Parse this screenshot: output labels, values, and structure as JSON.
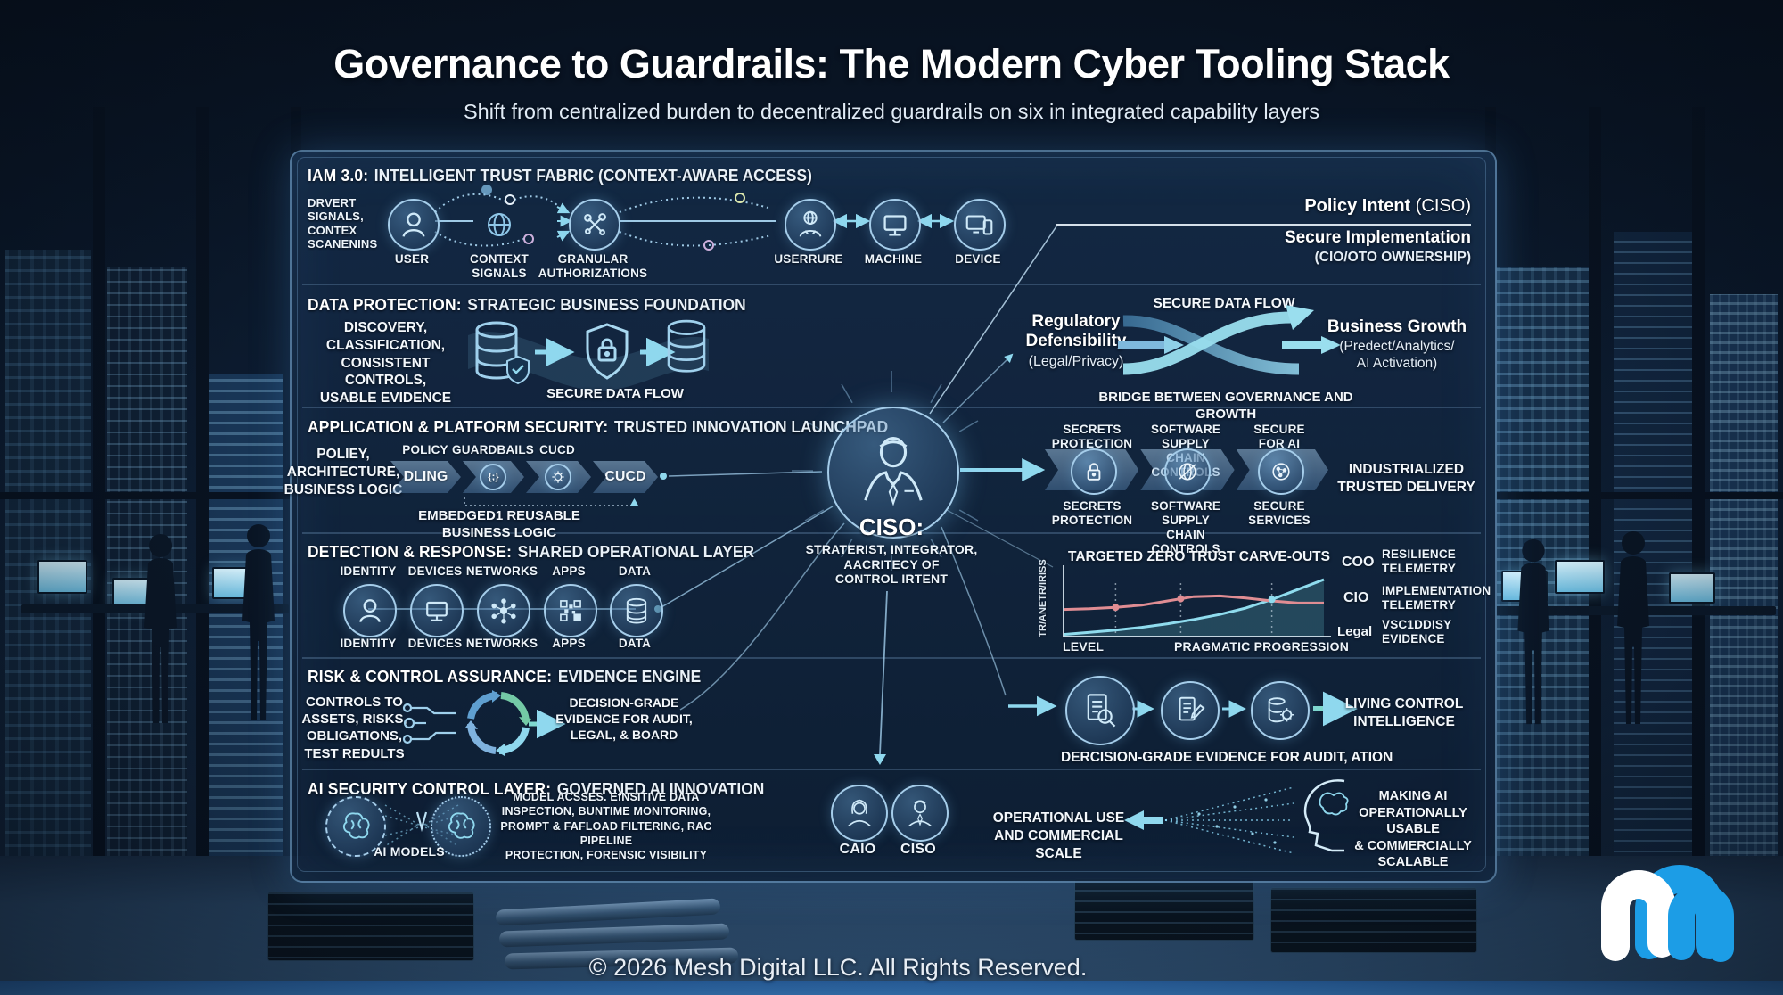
{
  "colors": {
    "accent": "#8fd8ee",
    "panel_border": "#84b6e2",
    "coo_line": "#8fdcee",
    "cio_line": "#e08d93",
    "logo_blue": "#1c9de6"
  },
  "header": {
    "title": "Governance to Guardrails: The Modern Cyber Tooling Stack",
    "subtitle": "Shift from centralized burden to decentralized guardrails on six in integrated capability layers"
  },
  "layers": {
    "iam": {
      "heading_label": "IAM 3.0:",
      "heading_title": "INTELLIGENT TRUST FABRIC (CONTEXT-AWARE ACCESS)",
      "left_note": "DRVERT\nSIGNALS,\nCONTEX\nSCANENINS",
      "nodes": [
        "USER",
        "CONTEXT\nSIGNALS",
        "GRANULAR\nAUTHORIZATIONS",
        "USERRURE",
        "MACHINE",
        "DEVICE"
      ]
    },
    "data_protection": {
      "heading_label": "DATA PROTECTION:",
      "heading_title": "STRATEGIC BUSINESS FOUNDATION",
      "left_note": "DISCOVERY,\nCLASSIFICATION,\nCONSISTENT CONTROLS,\nUSABLE EVIDENCE",
      "caption": "SECURE DATA FLOW"
    },
    "appsec": {
      "heading_label": "APPLICATION & PLATFORM SECURITY:",
      "heading_title": "TRUSTED INNOVATION LAUNCHPAD",
      "left_note": "POLIEY,\nARCHITECTURE,\nBUSINESS LOGIC",
      "top_labels": [
        "POLICY",
        "GUARDBAILS",
        "CUCD"
      ],
      "chevron_first": "DLING",
      "chevron_braces": "{;}",
      "chevron_last": "CUCD",
      "caption": "EMBEDGED1 REUSABLE BUSINESS LOGIC"
    },
    "detection": {
      "heading_label": "DETECTION & RESPONSE:",
      "heading_title": "SHARED OPERATIONAL LAYER",
      "nodes": [
        "IDENTITY",
        "DEVICES",
        "NETWORKS",
        "APPS",
        "DATA"
      ]
    },
    "risk": {
      "heading_label": "RISK & CONTROL ASSURANCE:",
      "heading_title": "EVIDENCE ENGINE",
      "left_note": "CONTROLS TO\nASSETS, RISKS,\nOBLIGATIONS,\nTEST REDULTS",
      "right_note": "DECISION-GRADE\nEVIDENCE FOR AUDIT,\nLEGAL, & BOARD"
    },
    "ai": {
      "heading_label": "AI SECURITY CONTROL LAYER:",
      "heading_title": "GOVERNED AI INNOVATION",
      "models_label": "AI MODELS",
      "right_note": "MODEL ACSSES. EfNSITIVE DATA\nINSPECTION, BUNTIME MONITORING,\nPROMPT & FAFLOAD FILTERING, RAC PIPELINE\nPROTECTION, FORENSIC VISIBILITY"
    }
  },
  "ciso": {
    "title": "CISO:",
    "role": "STRATERIST, INTEGRATOR,\nAACRITECY OF\nCONTROL IRTENT"
  },
  "right": {
    "policy_intent": {
      "bold": "Policy Intent",
      "paren": " (CISO)"
    },
    "secure_implementation": {
      "bold": "Secure Implementation",
      "paren": "(CIO/OTO OWNERSHIP)"
    },
    "bridge": {
      "top_caption": "SECURE DATA FLOW",
      "left_bold": "Regulatory\nDefensibility",
      "left_paren": "(Legal/Privacy)",
      "right_bold": "Business Growth",
      "right_paren": "(Predect/Analytics/\nAI Activation)",
      "bottom_caption": "BRIDGE BETWEEN GOVERNANCE AND GROWTH"
    },
    "delivery": {
      "top_labels": [
        "SECRETS\nPROTECTION",
        "SOFTWARE SUPPLY\nCHAIN CONTROLS",
        "SECURE\nFOR AI"
      ],
      "bottom_labels": [
        "SECRETS\nPROTECTION",
        "SOFTWARE SUPPLY\nCHAIN CONTROLS",
        "SECURE\nSERVICES"
      ],
      "result": "INDUSTRIALIZED\nTRUSTED DELIVERY"
    },
    "chart": {
      "type": "line",
      "title": "TARGETED ZERO TRUST CARVE-OUTS",
      "ylabel": "TR/ANETR/IRISS",
      "xlabel_left": "LEVEL",
      "xlabel_right": "PRAGMATIC PROGRESSION",
      "series": [
        {
          "name": "COO",
          "color": "#8fdcee",
          "values": [
            3,
            6,
            9,
            13,
            18,
            24,
            31,
            40,
            52,
            66,
            80
          ]
        },
        {
          "name": "CIO",
          "color": "#e08d93",
          "values": [
            38,
            39,
            41,
            44,
            50,
            56,
            57,
            54,
            50,
            47,
            47
          ]
        }
      ],
      "guides": [
        0.2,
        0.45,
        0.8
      ],
      "markers": [
        [
          1,
          0.2
        ],
        [
          1,
          0.45
        ],
        [
          0,
          0.8
        ]
      ],
      "legend": [
        {
          "who": "COO",
          "what": "RESILIENCE\nTELEMETRY"
        },
        {
          "who": "CIO",
          "what": "IMPLEMENTATION\nTELEMETRY"
        },
        {
          "who": "Legal",
          "what": "VSC1DDISY\nEVIDENCE"
        }
      ]
    },
    "evidence": {
      "result": "LIVING CONTROL\nINTELLIGENCE",
      "caption": "DERCISION-GRADE EVIDENCE FOR AUDIT, ATION"
    },
    "ai_bottom": {
      "avatars": [
        "CAIO",
        "CISO"
      ],
      "left_note": "OPERATIONAL USE\nAND COMMERCIAL SCALE",
      "right_note": "MAKING AI\nOPERATIONALLY USABLE\n& COMMERCIALLY\nSCALABLE"
    }
  },
  "footer": {
    "copyright": "© 2026 Mesh Digital LLC. All Rights Reserved."
  }
}
